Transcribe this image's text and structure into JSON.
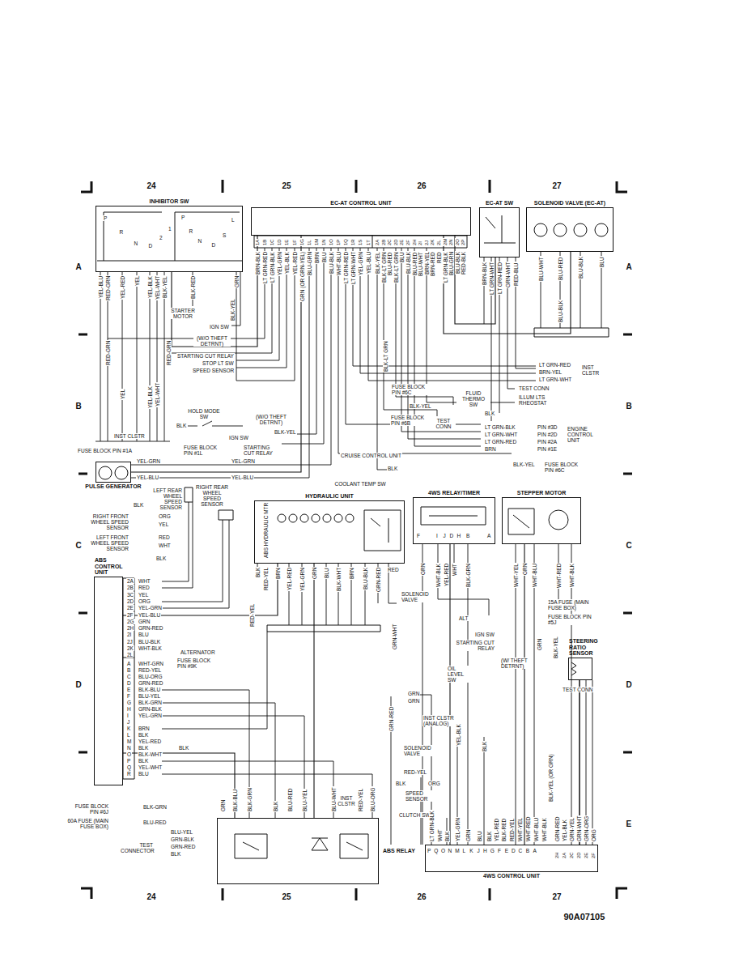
{
  "diagram": {
    "nodes": [
      {
        "text": [
          "INHIBITOR SW"
        ]
      },
      {
        "text": [
          "EC-AT CONTROL UNIT"
        ]
      },
      {
        "text": [
          "EC-AT SW"
        ]
      },
      {
        "text": [
          "SOLENOID VALVE (EC-AT)"
        ]
      },
      {
        "text": [
          "PULSE GENERATOR"
        ]
      },
      {
        "text": [
          "HYDRAULIC UNIT"
        ]
      },
      {
        "text": [
          "4WS RELAY/TIMER"
        ]
      },
      {
        "text": [
          "STEPPER MOTOR"
        ]
      },
      {
        "text": [
          "ABS CONTROL UNIT"
        ]
      },
      {
        "text": [
          "ABS RELAY"
        ]
      },
      {
        "text": [
          "4WS CONTROL UNIT"
        ]
      },
      {
        "text": [
          "STEERING RATIO SENSOR"
        ]
      }
    ],
    "edges": [
      {
        "from": 1,
        "to": 3,
        "arrow": "none"
      },
      {
        "from": 1,
        "to": 2,
        "arrow": "none"
      },
      {
        "from": 0,
        "to": 1,
        "arrow": "none"
      },
      {
        "from": 4,
        "to": 1,
        "arrow": "none"
      },
      {
        "from": 5,
        "to": 9,
        "arrow": "none"
      },
      {
        "from": 8,
        "to": 9,
        "arrow": "none"
      },
      {
        "from": 8,
        "to": 5,
        "arrow": "none"
      },
      {
        "from": 6,
        "to": 10,
        "arrow": "none"
      },
      {
        "from": 7,
        "to": 10,
        "arrow": "none"
      },
      {
        "from": 11,
        "to": 10,
        "arrow": "none"
      }
    ],
    "labels": [
      "24",
      "25",
      "26",
      "27",
      "24",
      "25",
      "26",
      "27",
      "A",
      "B",
      "C",
      "D",
      "E",
      "A",
      "B",
      "C",
      "D",
      "E",
      "90A07105",
      "P",
      "R",
      "N",
      "D",
      "2",
      "1",
      "P",
      "R",
      "N",
      "D",
      "S",
      "L",
      "YEL-BLU",
      "RED-GRN",
      "YEL-RED",
      "YEL",
      "YEL-BLK",
      "YEL-WHT",
      "BLK-YEL",
      "BLK-RED",
      "GRN",
      "BLK-YEL",
      "STARTER MOTOR",
      "IGN SW",
      "(W/O THEFT DETRNT)",
      "STARTING CUT RELAY",
      "STOP LT SW",
      "SPEED SENSOR",
      "RED-GRN",
      "RED-GRN",
      "YEL",
      "YEL-BLK",
      "YEL-WHT",
      "INST CLSTR",
      "HOLD MODE SW",
      "BLK",
      "IGN SW",
      "(W/O THEFT DETRNT)",
      "BLK-YEL",
      "FUSE BLOCK PIN #1A",
      "FUSE BLOCK PIN #1L",
      "STARTING CUT RELAY",
      "YEL-GRN",
      "YEL-GRN",
      "YEL-BLU",
      "YEL-BLU",
      "CRUISE CONTROL UNIT",
      "BLK",
      "BLK-YEL",
      "FUSE BLOCK PIN #6C",
      "COOLANT TEMP SW",
      "1A",
      "1B",
      "1C",
      "1D",
      "1E",
      "1F",
      "1G",
      "1L",
      "1M",
      "1N",
      "1O",
      "1P",
      "1Q",
      "1R",
      "1S",
      "1T",
      "2A",
      "2B",
      "2C",
      "2D",
      "2E",
      "2F",
      "2H",
      "2I",
      "2J",
      "2K",
      "2L",
      "2M",
      "2N",
      "2O",
      "2P",
      "BRN-BLK",
      "LT GRN-RED",
      "LT GRN-BLK",
      "YEL-GRN",
      "YEL-BLK",
      "YEL-RED",
      "GRN (OR GRN-YEL)",
      "BLU-GRN",
      "BRN",
      "BLU",
      "BLU-BLK",
      "WHT-BLU",
      "LT GRN-RED",
      "LT GRN-WHT",
      "YEL-GRN",
      "YEL-BLU",
      "BLK-YEL",
      "BLK-LT GRN",
      "BLU-RED",
      "BLK-LT GRN",
      "BLU",
      "BLU-BLK",
      "BLU-RED",
      "BLU-WHT",
      "BRN-YEL",
      "BRN-RED",
      "RED",
      "LT GRN-BLK",
      "BLU-GRN",
      "BLU-BLK",
      "RED-BLK",
      "BLK-LT GRN",
      "BRN-BLK",
      "LT GRN-WHT",
      "LT GRN-RED",
      "GRN-WHT",
      "RED-BLU",
      "BLU-WHT",
      "BLU-RED",
      "BLU-BLK",
      "BLU",
      "BLU-BLK",
      "LT GRN-RED",
      "BRN-YEL",
      "LT GRN-WHT",
      "INST CLSTR",
      "TEST CONN",
      "ILLUM LTS RHEOSTAT",
      "FLUID THERMO SW",
      "BLK",
      "FUSE BLOCK PIN #6C",
      "BLK-YEL",
      "FUSE BLOCK PIN #6B",
      "TEST CONN",
      "LT GRN-BLK",
      "LT GRN-WHT",
      "LT GRN-RED",
      "BRN",
      "PIN #3D",
      "PIN #2D",
      "PIN #2A",
      "PIN #1E",
      "ENGINE CONTROL UNIT",
      "LEFT REAR WHEEL SPEED SENSOR",
      "RIGHT REAR WHEEL SPEED SENSOR",
      "BLK",
      "RIGHT FRONT WHEEL SPEED SENSOR",
      "ORG",
      "YEL",
      "LEFT FRONT WHEEL SPEED SENSOR",
      "RED",
      "WHT",
      "BLK",
      "2A",
      "2B",
      "3C",
      "2D",
      "2E",
      "2F",
      "2G",
      "2H",
      "2I",
      "2J",
      "2K",
      "2L",
      "WHT",
      "RED",
      "YEL",
      "ORG",
      "YEL-GRN",
      "YEL-BLU",
      "GRN",
      "GRN-RED",
      "BLU",
      "BLU-BLK",
      "WHT-BLK",
      "ALTERNATOR",
      "A",
      "B",
      "C",
      "D",
      "E",
      "F",
      "G",
      "H",
      "I",
      "J",
      "K",
      "L",
      "M",
      "N",
      "O",
      "P",
      "Q",
      "R",
      "WHT-GRN",
      "RED-YEL",
      "BLU-ORG",
      "GRN-RED",
      "BLK-BLU",
      "BLU-YEL",
      "BLK-GRN",
      "GRN-BLK",
      "YEL-GRN",
      "BRN",
      "BLK",
      "YEL-RED",
      "BLK",
      "BLK-WHT",
      "BLK",
      "YEL-WHT",
      "BLU",
      "FUSE BLOCK PIN #9K",
      "BLK",
      "FUSE BLOCK PIN #6J",
      "BLK-GRN",
      "60A FUSE (MAIN FUSE BOX)",
      "BLU-RED",
      "TEST CONNECTOR",
      "BLU-YEL",
      "GRN-BLK",
      "GRN-RED",
      "BLK",
      "ABS HYDRAULIC MTR",
      "BLK",
      "RED-YEL",
      "BRN",
      "YEL-RED",
      "YEL-GRN",
      "GRN",
      "BLU",
      "BLK-WHT",
      "BRN",
      "BLU-BLK",
      "GRN-RED",
      "RED",
      "RED-YEL",
      "SOLENOID VALVE",
      "GRN-WHT",
      "GRN",
      "BLK-BLU",
      "BLK-GRN",
      "BLK",
      "BLU-RED",
      "BLU-YEL",
      "BLU-WHT",
      "RED-YEL",
      "BLU-ORG",
      "INST CLSTR",
      "F",
      "I",
      "J",
      "D",
      "H",
      "B",
      "A",
      "GRN",
      "WHT-BLK",
      "YEL-RED",
      "WHT",
      "BLK-GRN",
      "ALT",
      "WHT-YEL",
      "GRN",
      "WHT-BLU",
      "WHT-RED",
      "WHT-BLK",
      "15A FUSE (MAIN FUSE BOX)",
      "FUSE BLOCK PIN #5J",
      "IGN SW",
      "STARTING CUT RELAY",
      "(W/ THEFT DETRNT)",
      "GRN",
      "BLK-YEL",
      "TEST CONN",
      "OIL LEVEL SW",
      "GRN",
      "GRN",
      "GRN-RED",
      "INST CLSTR (ANALOG)",
      "YEL-BLK",
      "BLK",
      "SOLENOID VALVE",
      "RED-YEL",
      "BLK",
      "ORG",
      "SPEED SENSOR",
      "CLUTCH SW",
      "BLK-YEL (OR GRN)",
      "P",
      "Q",
      "O",
      "N",
      "M",
      "L",
      "K",
      "J",
      "H",
      "G",
      "F",
      "E",
      "D",
      "C",
      "B",
      "A",
      "2H",
      "2A",
      "2C",
      "2D",
      "2E",
      "2F",
      "LT GRN-BLK",
      "WHT",
      "BLK",
      "YEL-GRN",
      "GRN",
      "BLU",
      "BLK",
      "YEL-RED",
      "BLK-RED",
      "RED-YEL",
      "WHT-YEL",
      "WHT-RED",
      "WHT-BLU",
      "WHT-BLK",
      "GRN-RED",
      "YEL-BLK",
      "GRN-YEL",
      "GRN-WHT",
      "GRN-ORG",
      "ORG"
    ]
  }
}
